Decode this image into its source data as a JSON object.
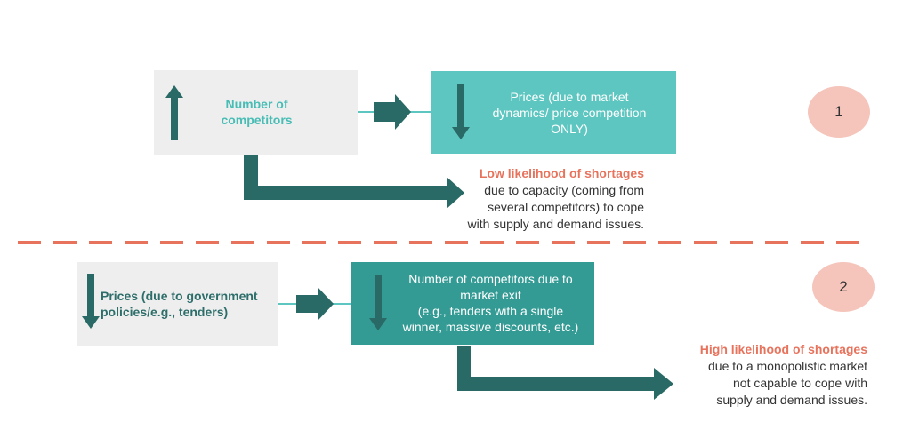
{
  "scenario1": {
    "number": "1",
    "left_box": {
      "lines": [
        "Number of",
        "competitors"
      ],
      "direction": "up"
    },
    "right_box": {
      "lines": [
        "Prices (due to market",
        "dynamics/ price competition",
        "ONLY)"
      ],
      "direction": "down"
    },
    "outcome": {
      "headline": "Low likelihood of shortages",
      "lines": [
        "due to capacity (coming from",
        "several competitors) to cope",
        "with supply and demand issues."
      ]
    }
  },
  "scenario2": {
    "number": "2",
    "left_box": {
      "lines": [
        "Prices (due to government",
        "policies/e.g., tenders)"
      ],
      "direction": "down"
    },
    "right_box": {
      "lines": [
        "Number of competitors due to",
        "market exit",
        "(e.g., tenders with a single",
        "winner, massive discounts, etc.)"
      ],
      "direction": "down"
    },
    "outcome": {
      "headline": "High likelihood of shortages",
      "lines": [
        "due to a monopolistic market",
        "not capable to cope with",
        "supply and demand issues."
      ]
    }
  },
  "colors": {
    "arrow_dark": "#2a6a66",
    "box_grey": "#eeeeee",
    "box_teal_light": "#5ec6c0",
    "box_teal_dark": "#339a94",
    "divider": "#e8735d",
    "circle": "#f5c5bb",
    "highlight": "#e8735d"
  }
}
